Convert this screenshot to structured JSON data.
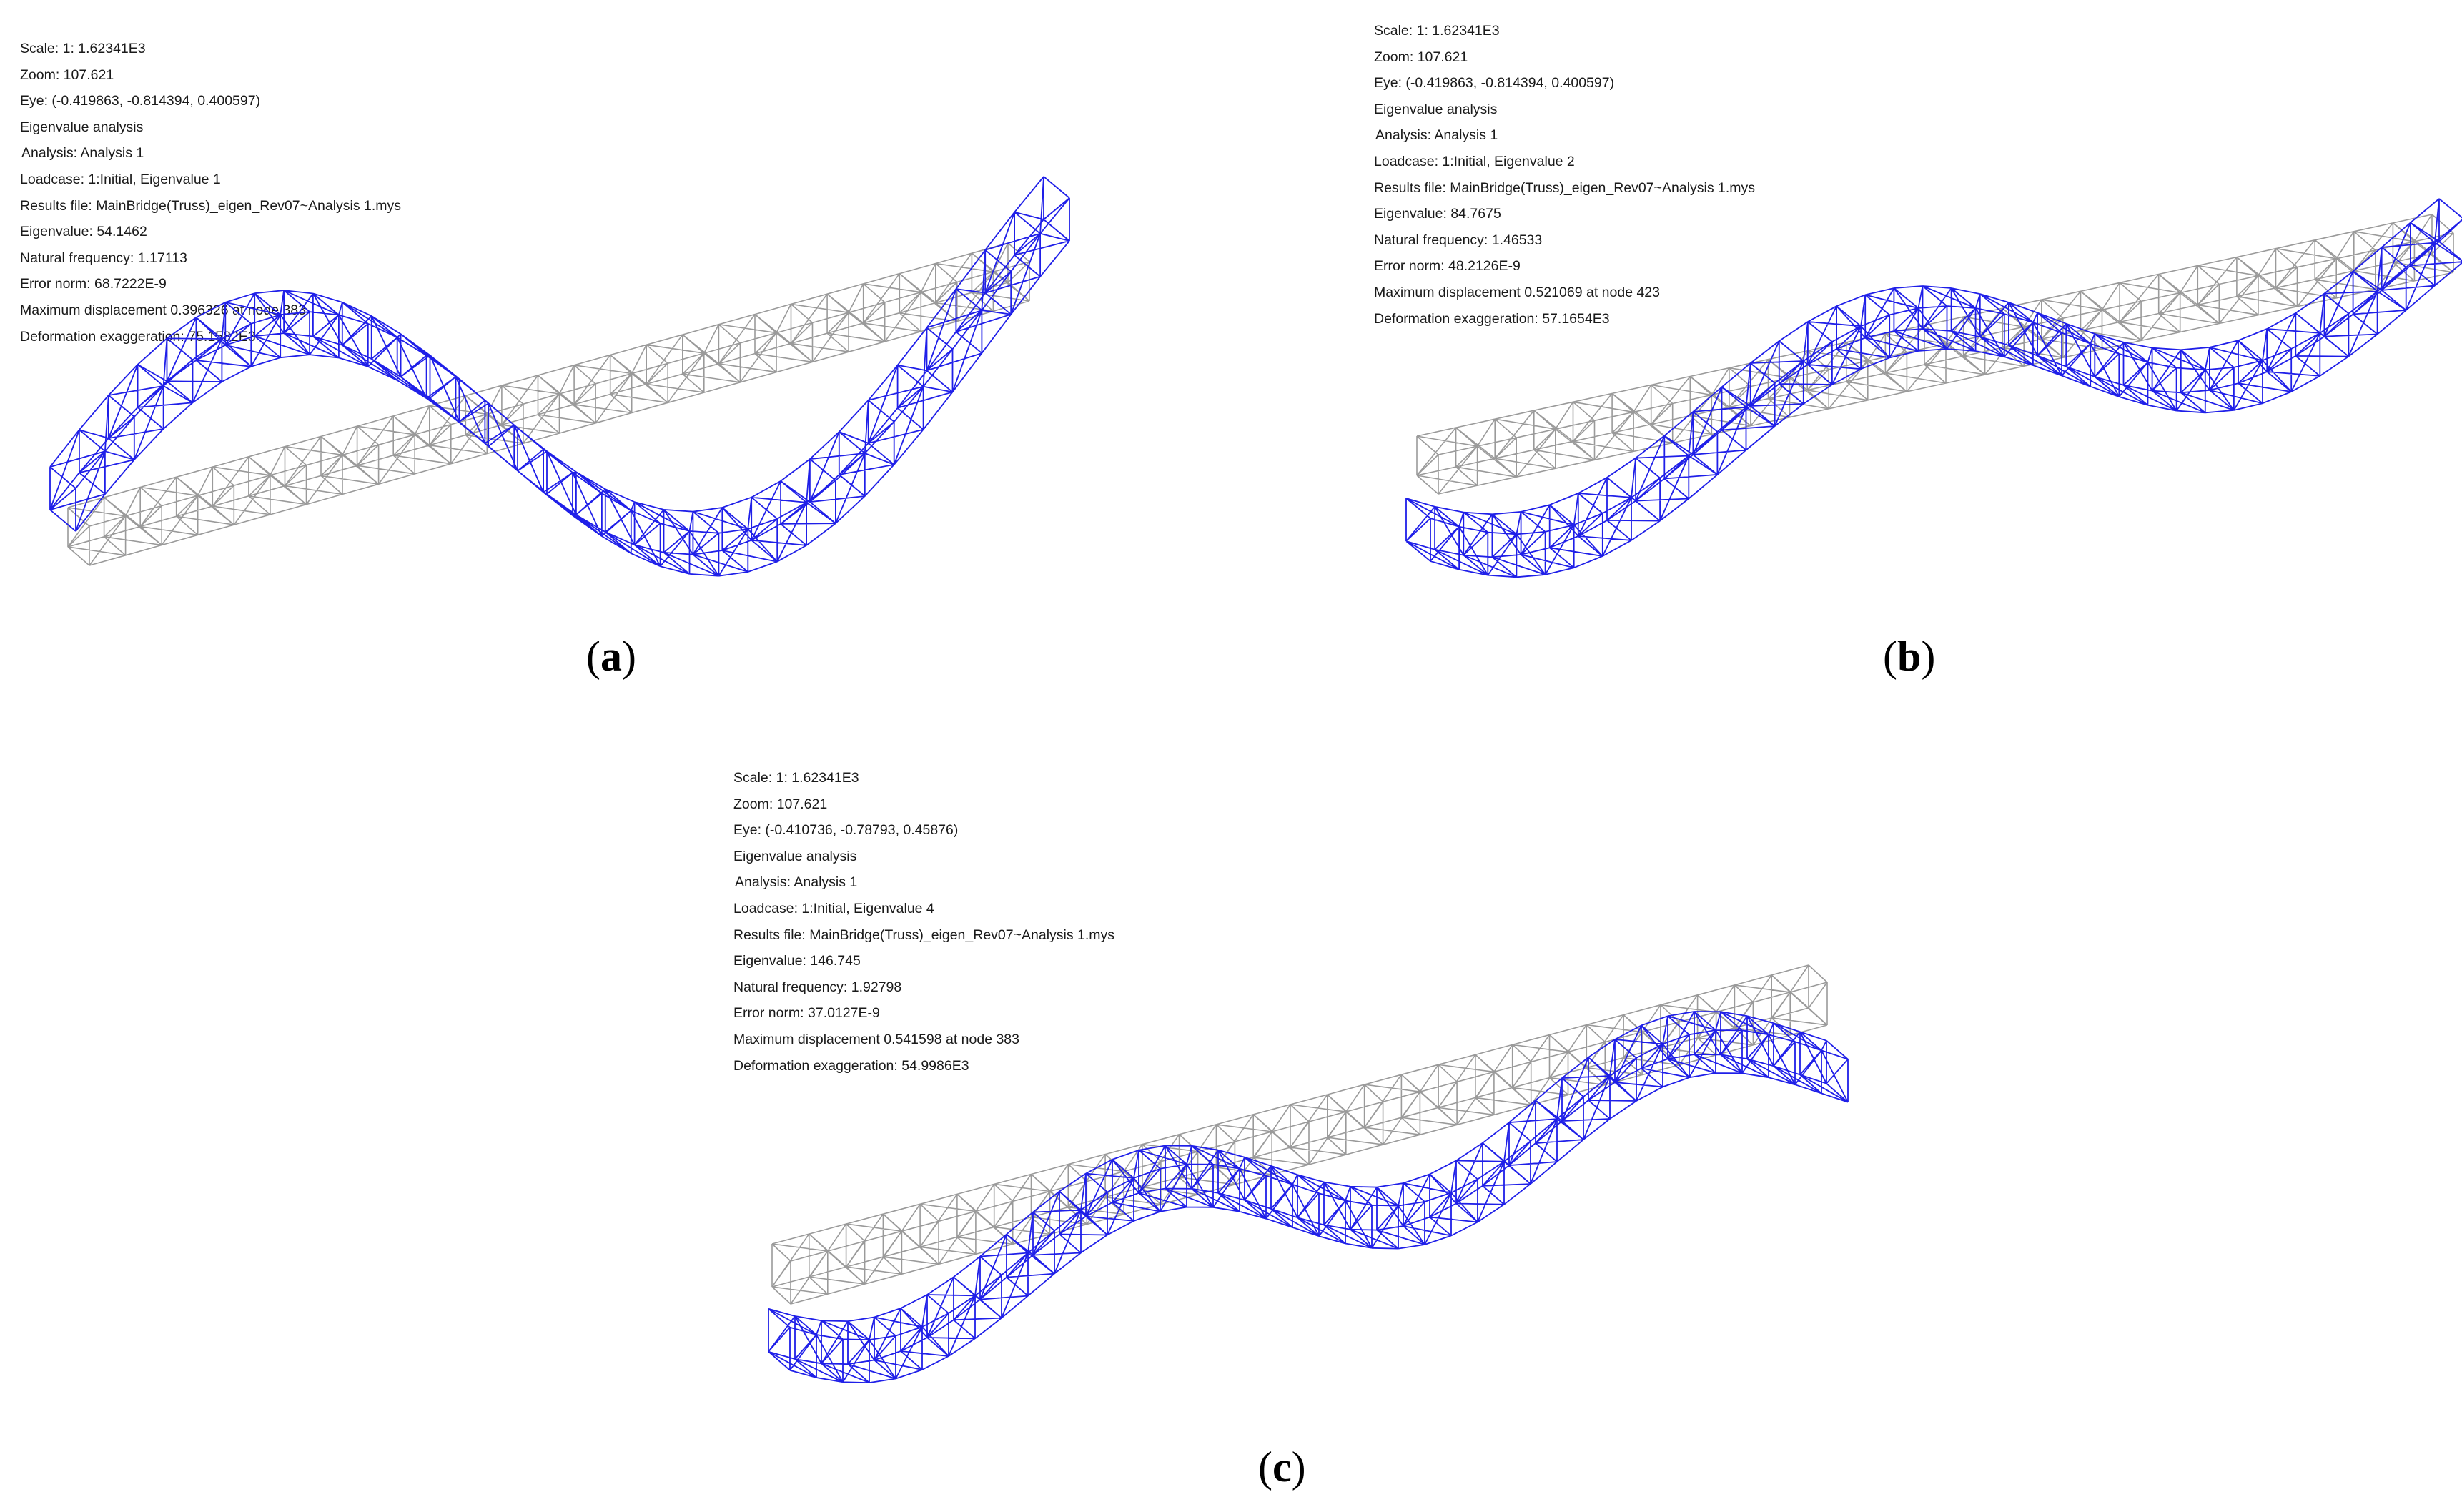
{
  "colors": {
    "undeformed": "#9a9a9a",
    "mode_shape": "#1f1fe8",
    "text": "#1a1a1a",
    "background": "#ffffff"
  },
  "panels": [
    {
      "label": "a",
      "info": [
        "Scale: 1: 1.62341E3",
        "Zoom: 107.621",
        "Eye: (-0.419863, -0.814394, 0.400597)",
        "Eigenvalue analysis",
        "Analysis: Analysis 1",
        "Loadcase: 1:Initial, Eigenvalue 1",
        "Results file: MainBridge(Truss)_eigen_Rev07~Analysis 1.mys",
        "Eigenvalue: 54.1462",
        "Natural frequency: 1.17113",
        "Error norm: 68.7222E-9",
        "Maximum displacement 0.396326 at node 383",
        "Deformation exaggeration: 75.1582E3"
      ]
    },
    {
      "label": "b",
      "info": [
        "Scale: 1: 1.62341E3",
        "Zoom: 107.621",
        "Eye: (-0.419863, -0.814394, 0.400597)",
        "Eigenvalue analysis",
        "Analysis: Analysis 1",
        "Loadcase: 1:Initial, Eigenvalue 2",
        "Results file: MainBridge(Truss)_eigen_Rev07~Analysis 1.mys",
        "Eigenvalue: 84.7675",
        "Natural frequency: 1.46533",
        "Error norm: 48.2126E-9",
        "Maximum displacement 0.521069 at node 423",
        "Deformation exaggeration: 57.1654E3"
      ]
    },
    {
      "label": "c",
      "info": [
        "Scale: 1: 1.62341E3",
        "Zoom: 107.621",
        "Eye: (-0.410736, -0.78793, 0.45876)",
        "Eigenvalue analysis",
        "Analysis: Analysis 1",
        "Loadcase: 1:Initial, Eigenvalue 4",
        "Results file: MainBridge(Truss)_eigen_Rev07~Analysis 1.mys",
        "Eigenvalue: 146.745",
        "Natural frequency: 1.92798",
        "Error norm: 37.0127E-9",
        "Maximum displacement 0.541598 at node 383",
        "Deformation exaggeration: 54.9986E3"
      ]
    }
  ]
}
